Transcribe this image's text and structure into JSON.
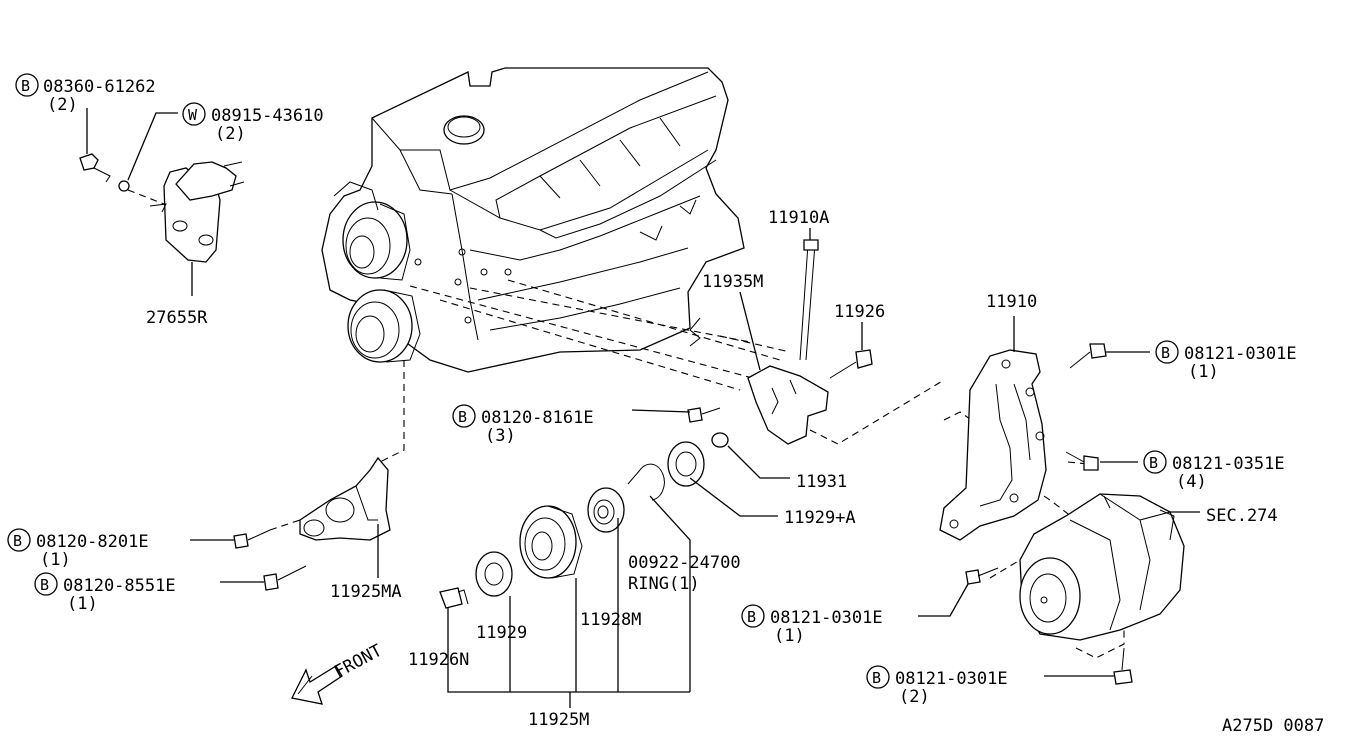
{
  "diagram_id": "A275D 0087",
  "front_label": "FRONT",
  "callouts": [
    {
      "id": "b1",
      "badge": "B",
      "part": "08360-61262",
      "qty": "(2)"
    },
    {
      "id": "w1",
      "badge": "W",
      "part": "08915-43610",
      "qty": "(2)"
    },
    {
      "id": "p27655R",
      "part": "27655R"
    },
    {
      "id": "p11910A",
      "part": "11910A"
    },
    {
      "id": "p11935M",
      "part": "11935M"
    },
    {
      "id": "p11926",
      "part": "11926"
    },
    {
      "id": "p11910",
      "part": "11910"
    },
    {
      "id": "b2",
      "badge": "B",
      "part": "08121-0301E",
      "qty": "(1)"
    },
    {
      "id": "b3",
      "badge": "B",
      "part": "08120-8161E",
      "qty": "(3)"
    },
    {
      "id": "p11931",
      "part": "11931"
    },
    {
      "id": "b4",
      "badge": "B",
      "part": "08121-0351E",
      "qty": "(4)"
    },
    {
      "id": "p11929A",
      "part": "11929+A"
    },
    {
      "id": "sec274",
      "part": "SEC.274"
    },
    {
      "id": "b5",
      "badge": "B",
      "part": "08120-8201E",
      "qty": "(1)"
    },
    {
      "id": "b6",
      "badge": "B",
      "part": "08120-8551E",
      "qty": "(1)"
    },
    {
      "id": "p11925MA",
      "part": "11925MA"
    },
    {
      "id": "p00922",
      "part": "00922-24700",
      "qty": "RING(1)"
    },
    {
      "id": "p11929",
      "part": "11929"
    },
    {
      "id": "p11928M",
      "part": "11928M"
    },
    {
      "id": "b7",
      "badge": "B",
      "part": "08121-0301E",
      "qty": "(1)"
    },
    {
      "id": "p11926N",
      "part": "11926N"
    },
    {
      "id": "b8",
      "badge": "B",
      "part": "08121-0301E",
      "qty": "(2)"
    },
    {
      "id": "p11925M",
      "part": "11925M"
    }
  ]
}
